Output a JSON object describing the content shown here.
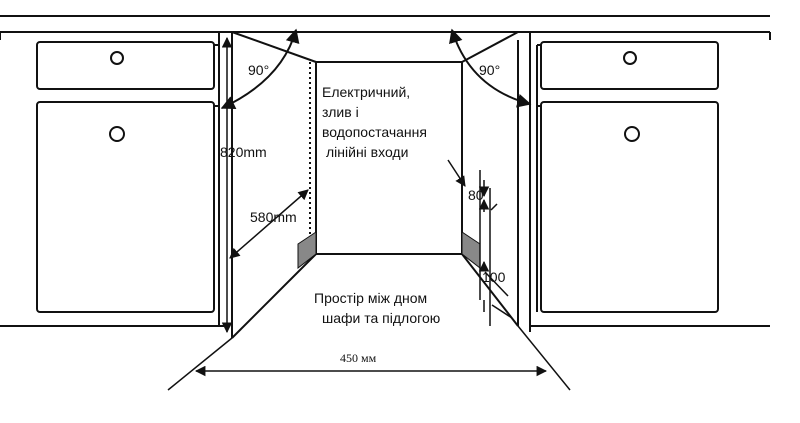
{
  "labels": {
    "angle_left": "90°",
    "angle_right": "90°",
    "height": "820mm",
    "depth": "580mm",
    "width": "450 мм",
    "dim_80": "80",
    "dim_100": "100",
    "inputs_line1": "Електричний,",
    "inputs_line2": "злив і",
    "inputs_line3": "водопостачання",
    "inputs_line4": "лінійні входи",
    "floor_line1": "Простір між дном",
    "floor_line2": "шафи та підлогою"
  },
  "colors": {
    "line": "#111111",
    "shade": "#888888",
    "background": "#ffffff"
  }
}
